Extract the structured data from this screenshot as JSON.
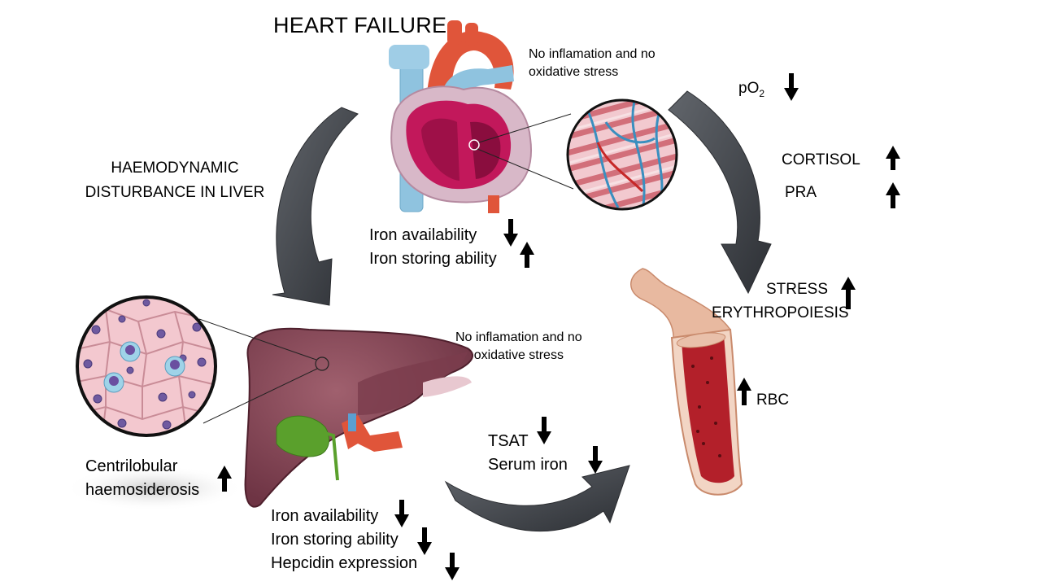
{
  "title": "HEART FAILURE",
  "heart_note": [
    "No inflamation and no",
    "oxidative stress"
  ],
  "liver_note": [
    "No inflamation and no",
    "oxidative stress"
  ],
  "po2": {
    "base": "pO",
    "sub": "2",
    "direction": "down"
  },
  "cortisol": {
    "text": "CORTISOL",
    "direction": "up"
  },
  "pra": {
    "text": "PRA",
    "direction": "up"
  },
  "haemodynamic": [
    "HAEMODYNAMIC",
    "DISTURBANCE IN LIVER"
  ],
  "heart_iron": [
    {
      "text": "Iron availability",
      "direction": "down"
    },
    {
      "text": "Iron storing ability",
      "direction": "up"
    }
  ],
  "stress": {
    "lines": [
      "STRESS",
      "ERYTHROPOIESIS"
    ],
    "direction": "up"
  },
  "rbc": {
    "text": "RBC",
    "direction": "up"
  },
  "tsat": {
    "text": "TSAT",
    "direction": "down"
  },
  "serum_iron": {
    "text": "Serum iron",
    "direction": "down"
  },
  "centrilobular": {
    "lines": [
      "Centrilobular",
      "haemosiderosis"
    ],
    "direction": "up"
  },
  "liver_iron": [
    {
      "text": "Iron availability",
      "direction": "down"
    },
    {
      "text": "Iron storing ability",
      "direction": "down"
    },
    {
      "text": "Hepcidin expression",
      "direction": "down"
    }
  ],
  "colors": {
    "cycle_arrow": "#3f4247",
    "liver": "#8a4a5a",
    "heart_red": "#e0553a",
    "heart_blue": "#8fc3df",
    "myocardium": "#c2185b",
    "bone": "#e8b9a0",
    "marrow": "#b3202a",
    "gallbladder": "#5aa02c"
  }
}
